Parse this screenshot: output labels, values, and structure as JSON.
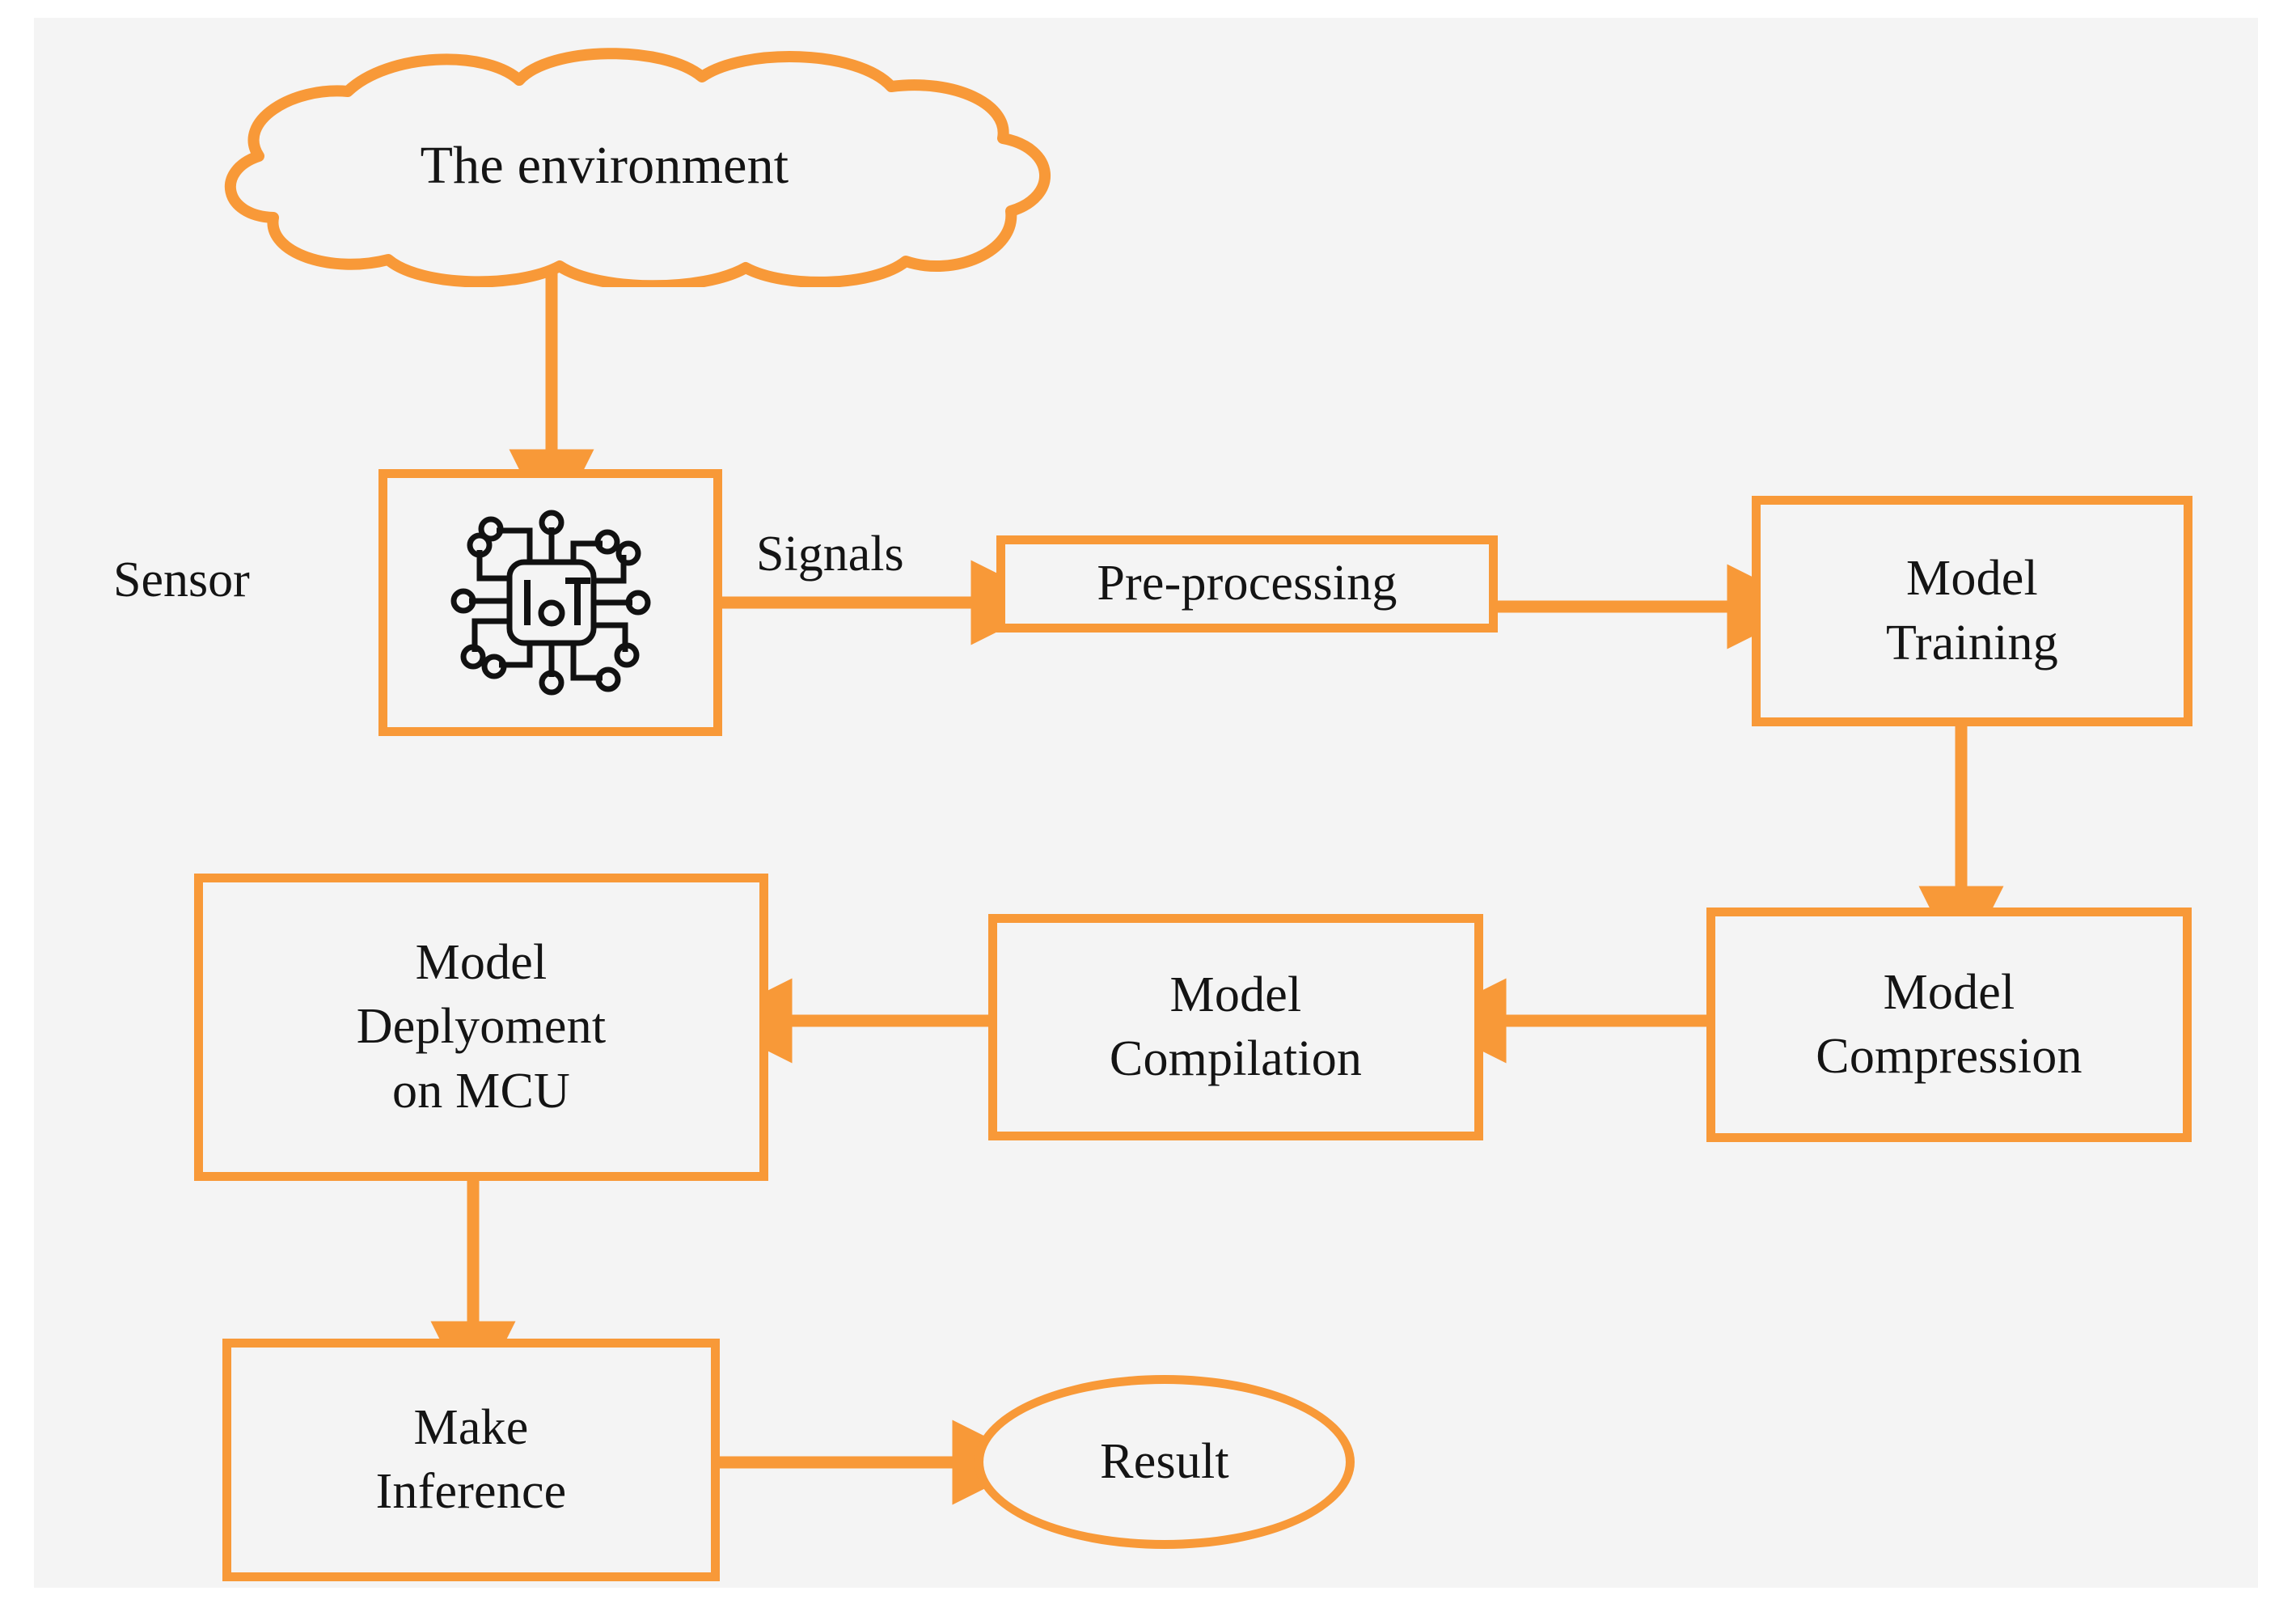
{
  "diagram": {
    "title": "TinyML / IoT machine-learning pipeline",
    "background_color": "#f4f4f4",
    "page_color": "#ffffff",
    "accent_color": "#F89938",
    "text_color": "#141414"
  },
  "nodes": {
    "cloud": {
      "label": "The environment",
      "shape": "cloud",
      "icon": "cloud-icon"
    },
    "sensor_box": {
      "shape": "rectangle",
      "icon": "iot-chip-icon",
      "icon_text": "IoT"
    },
    "sensor_label": {
      "label": "Sensor"
    },
    "signals_label": {
      "label": "Signals"
    },
    "preprocessing": {
      "label": "Pre-processing",
      "shape": "rectangle"
    },
    "model_training": {
      "label": "Model\nTraining",
      "shape": "rectangle"
    },
    "model_compression": {
      "label": "Model\nCompression",
      "shape": "rectangle"
    },
    "model_compilation": {
      "label": "Model\nCompilation",
      "shape": "rectangle"
    },
    "model_deployment": {
      "label": "Model\nDeplyoment\non MCU",
      "shape": "rectangle"
    },
    "make_inference": {
      "label": "Make\nInference",
      "shape": "rectangle"
    },
    "result": {
      "label": "Result",
      "shape": "ellipse"
    }
  },
  "edges": [
    {
      "from": "cloud",
      "to": "sensor_box",
      "label": "",
      "direction": "down"
    },
    {
      "from": "sensor_box",
      "to": "preprocessing",
      "label": "Signals",
      "direction": "right"
    },
    {
      "from": "preprocessing",
      "to": "model_training",
      "label": "",
      "direction": "right"
    },
    {
      "from": "model_training",
      "to": "model_compression",
      "label": "",
      "direction": "down"
    },
    {
      "from": "model_compression",
      "to": "model_compilation",
      "label": "",
      "direction": "left"
    },
    {
      "from": "model_compilation",
      "to": "model_deployment",
      "label": "",
      "direction": "left"
    },
    {
      "from": "model_deployment",
      "to": "make_inference",
      "label": "",
      "direction": "down"
    },
    {
      "from": "make_inference",
      "to": "result",
      "label": "",
      "direction": "right"
    }
  ]
}
